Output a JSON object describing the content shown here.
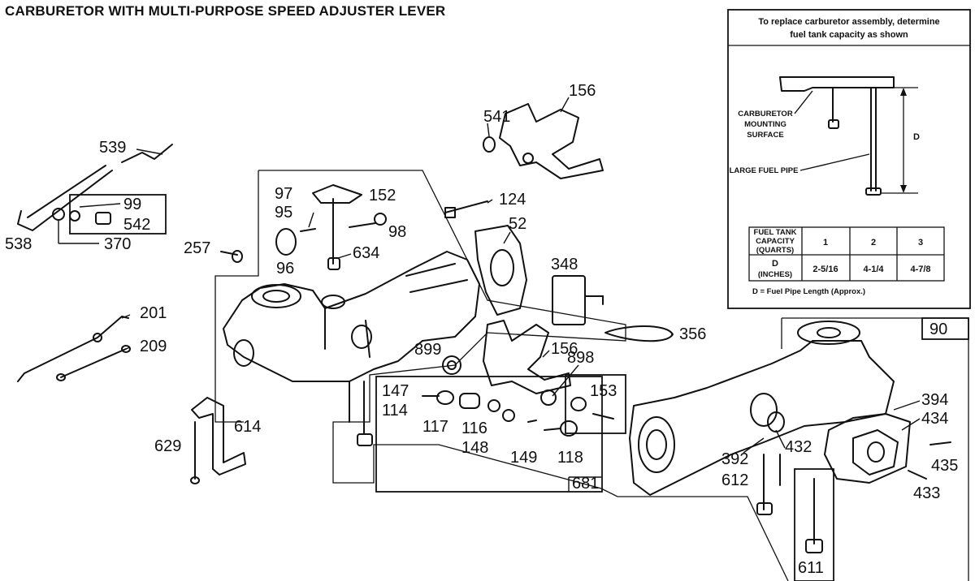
{
  "title": "CARBURETOR WITH MULTI-PURPOSE SPEED ADJUSTER LEVER",
  "inset": {
    "heading_line1": "To replace carburetor assembly, determine",
    "heading_line2": "fuel tank capacity as shown",
    "label_mounting_1": "CARBURETOR",
    "label_mounting_2": "MOUNTING",
    "label_mounting_3": "SURFACE",
    "label_fuel_pipe": "LARGE FUEL PIPE",
    "label_d": "D",
    "table": {
      "header_1": "FUEL TANK",
      "header_2": "CAPACITY",
      "header_3": "(QUARTS)",
      "row2_1": "D",
      "row2_2": "(INCHES)",
      "capacities": [
        "1",
        "2",
        "3"
      ],
      "lengths": [
        "2-5/16",
        "4-1/4",
        "4-7/8"
      ]
    },
    "footnote": "D = Fuel Pipe Length (Approx.)"
  },
  "parts": {
    "p539": "539",
    "p538": "538",
    "p99": "99",
    "p542": "542",
    "p370": "370",
    "p541": "541",
    "p156a": "156",
    "p97": "97",
    "p95": "95",
    "p152": "152",
    "p98": "98",
    "p124": "124",
    "p52": "52",
    "p257": "257",
    "p96": "96",
    "p634": "634",
    "p348": "348",
    "p201": "201",
    "p209": "209",
    "p356": "356",
    "p899": "899",
    "p156b": "156",
    "p898": "898",
    "p90": "90",
    "p147": "147",
    "p114": "114",
    "p153": "153",
    "p117": "117",
    "p116": "116",
    "p148": "148",
    "p149": "149",
    "p118": "118",
    "p681": "681",
    "p614": "614",
    "p629": "629",
    "p394": "394",
    "p434": "434",
    "p392": "392",
    "p432": "432",
    "p435": "435",
    "p612": "612",
    "p433": "433",
    "p611": "611"
  }
}
